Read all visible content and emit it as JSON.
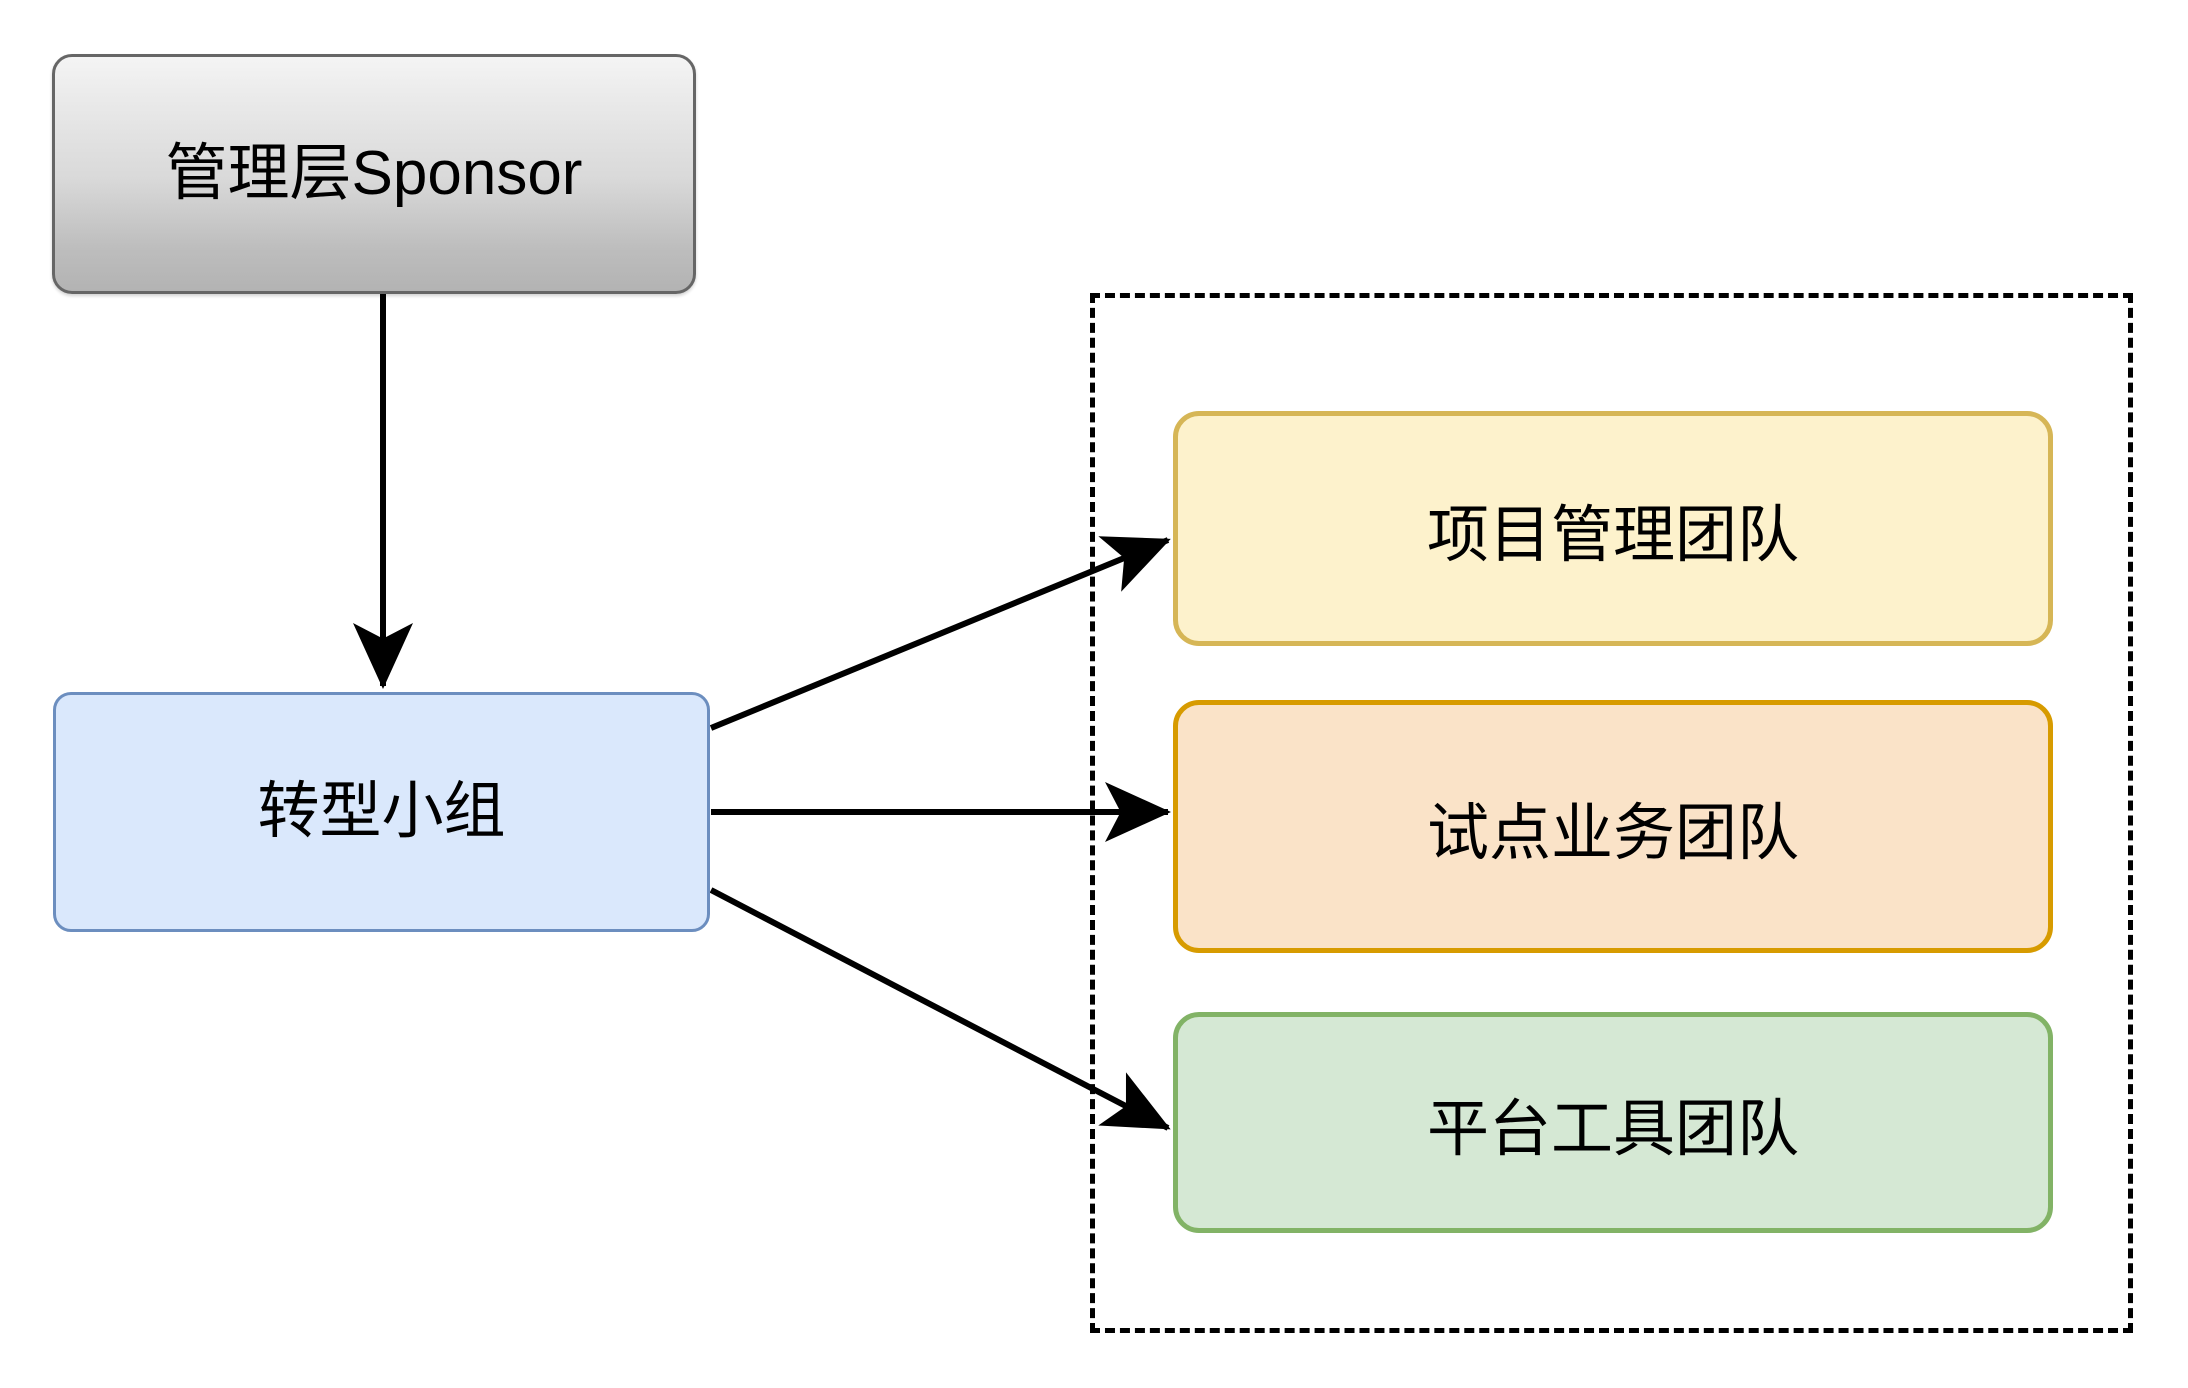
{
  "diagram": {
    "type": "org-structure-flow",
    "background_color": "#ffffff",
    "nodes": {
      "sponsor": {
        "label": "管理层Sponsor",
        "fill": "#d9d9d9",
        "stroke": "#666666"
      },
      "transform_team": {
        "label": "转型小组",
        "fill": "#dae8fc",
        "stroke": "#6c8ebf"
      },
      "pm_team": {
        "label": "项目管理团队",
        "fill": "#fdf2cc",
        "stroke": "#d6b656"
      },
      "pilot_team": {
        "label": "试点业务团队",
        "fill": "#fae3c8",
        "stroke": "#d79b00"
      },
      "platform_team": {
        "label": "平台工具团队",
        "fill": "#d5e8d4",
        "stroke": "#82b366"
      }
    },
    "group": {
      "label": "",
      "stroke": "#000000",
      "style": "dashed"
    },
    "edges": [
      {
        "from": "sponsor",
        "to": "transform_team",
        "label": "",
        "stroke": "#000000"
      },
      {
        "from": "transform_team",
        "to": "pm_team",
        "label": "",
        "stroke": "#000000"
      },
      {
        "from": "transform_team",
        "to": "pilot_team",
        "label": "",
        "stroke": "#000000"
      },
      {
        "from": "transform_team",
        "to": "platform_team",
        "label": "",
        "stroke": "#000000"
      }
    ]
  }
}
